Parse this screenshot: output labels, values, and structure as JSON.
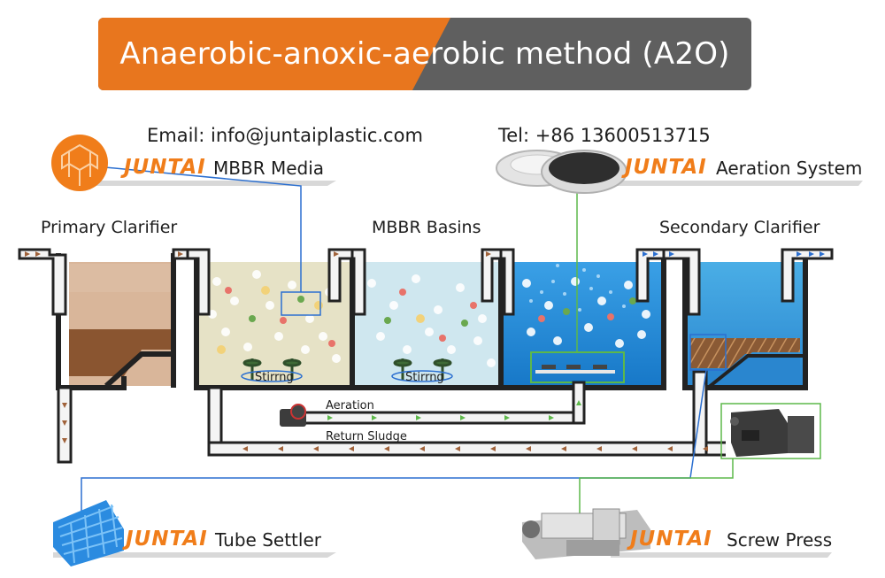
{
  "title": "Anaerobic-anoxic-aerobic method (A2O)",
  "contact": {
    "email": "Email: info@juntaiplastic.com",
    "tel": "Tel: +86 13600513715"
  },
  "brand": "JUNTAI",
  "products": {
    "mbbr_media": "MBBR Media",
    "aeration_system": "Aeration System",
    "tube_settler": "Tube Settler",
    "screw_press": "Screw Press"
  },
  "stages": {
    "primary": "Primary Clarifier",
    "mbbr": "MBBR Basins",
    "secondary": "Secondary Clarifier"
  },
  "labels": {
    "stirring_1": "Stirrng",
    "stirring_2": "Stirrng",
    "aeration": "Aeration",
    "return_sludge": "Return Sludge"
  },
  "colors": {
    "orange": "#e8761e",
    "grey": "#5f5f5f",
    "blue_line": "#2b6fd0",
    "green_line": "#5db84a",
    "pipe_arrow_brown": "#a0623a"
  }
}
